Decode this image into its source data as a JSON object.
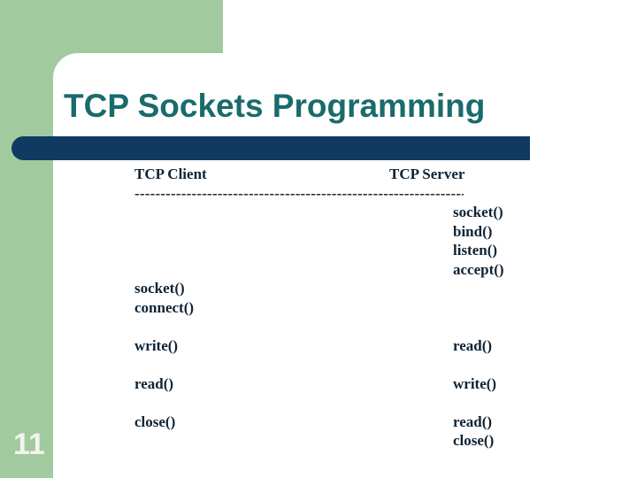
{
  "slide": {
    "title": "TCP Sockets Programming",
    "page_number": "11"
  },
  "colors": {
    "frame_green": "#a1ca9f",
    "accent_navy": "#113a62",
    "title_teal": "#1a6b6b",
    "body_text": "#0e2335",
    "page_number_text": "#f2f6ef",
    "panel_white": "#ffffff"
  },
  "diagram": {
    "client_label": "TCP Client",
    "server_label": "TCP Server",
    "divider": "----------------------------------------------------------------",
    "rows": [
      {
        "left": "",
        "right": "socket()"
      },
      {
        "left": "",
        "right": "bind()"
      },
      {
        "left": "",
        "right": "listen()"
      },
      {
        "left": "",
        "right": "accept()"
      },
      {
        "left": "socket()",
        "right": ""
      },
      {
        "left": "connect()",
        "right": ""
      },
      {
        "left": "",
        "right": ""
      },
      {
        "left": "write()",
        "right": "read()"
      },
      {
        "left": "",
        "right": ""
      },
      {
        "left": "read()",
        "right": "write()"
      },
      {
        "left": "",
        "right": ""
      },
      {
        "left": "close()",
        "right": "read()"
      },
      {
        "left": "",
        "right": "close()"
      }
    ]
  }
}
